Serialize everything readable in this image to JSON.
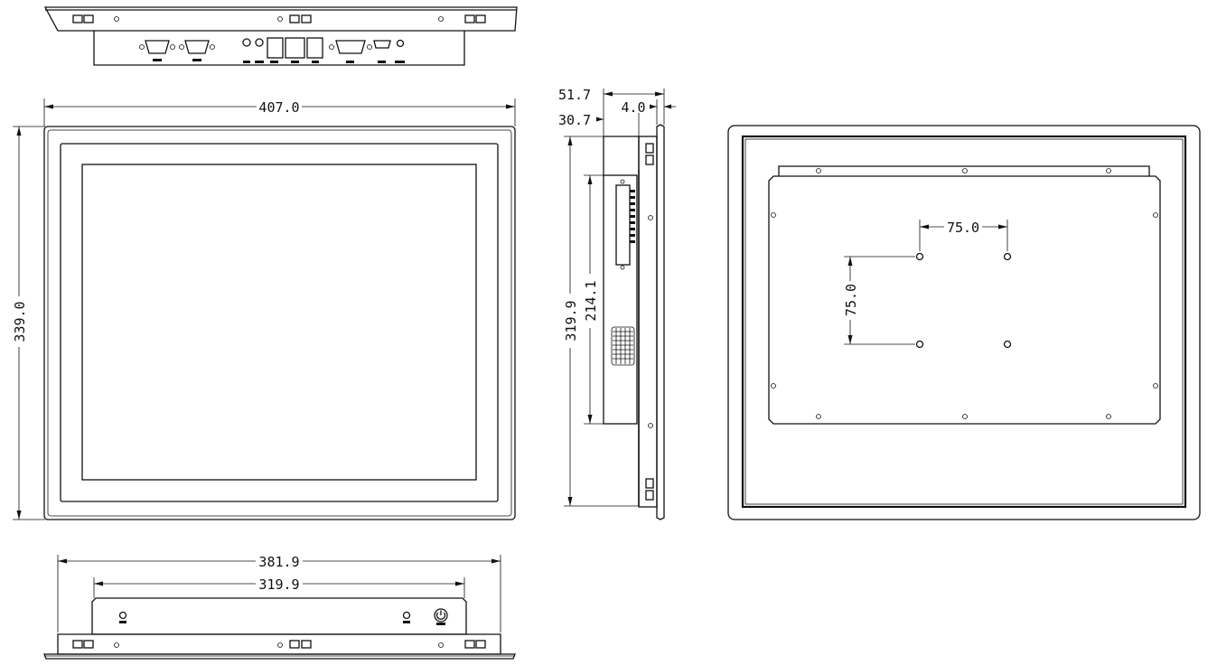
{
  "dimensions": {
    "front_width": "407.0",
    "front_height": "339.0",
    "bottom_overall_width": "381.9",
    "bottom_inner_width": "319.9",
    "side_depth_total": "51.7",
    "side_depth_body": "30.7",
    "side_bezel_thickness": "4.0",
    "side_bracket_height": "214.1",
    "side_body_height": "319.9",
    "vesa_horizontal": "75.0",
    "vesa_vertical": "75.0"
  },
  "icons": {
    "power": "power-button-icon",
    "vga": "vga-port-icon",
    "serial": "serial-port-icon",
    "rj45": "rj45-port-icon",
    "hdmi": "hdmi-port-icon",
    "audio": "audio-jack-icon",
    "screw": "screw-hole-icon",
    "clip": "mounting-clip-icon"
  },
  "colors": {
    "line": "#111111",
    "background": "#ffffff"
  }
}
